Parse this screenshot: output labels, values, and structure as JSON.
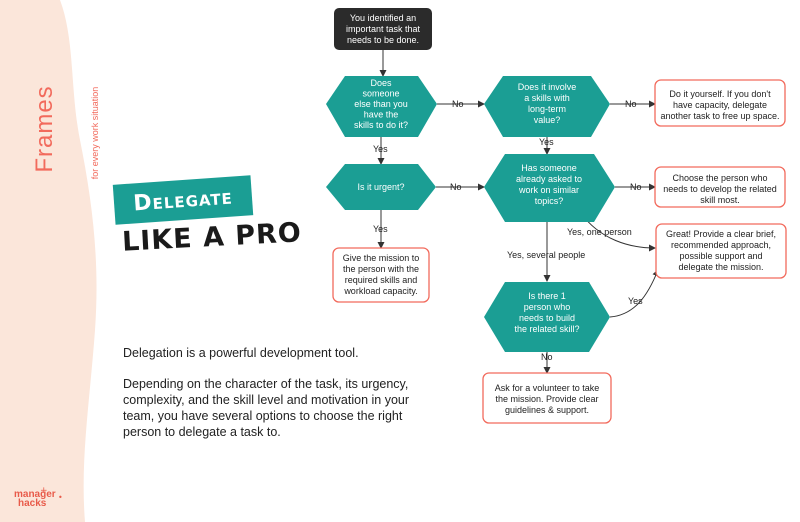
{
  "brand": {
    "title": "Frames",
    "subtitle": "for every work situation",
    "logo_line1": "manager",
    "logo_line2": "hacks"
  },
  "headline": {
    "word": "Delegate",
    "tagline": "LIKE A PRO"
  },
  "intro": {
    "p1": "Delegation is a powerful development tool.",
    "p2": "Depending on the character of the task, its urgency, complexity, and the skill level and motivation in your team, you have several options to choose the right person to delegate a task to."
  },
  "flow": {
    "start": [
      "You identified an",
      "important task that",
      "needs to be done."
    ],
    "q_else_skills": [
      "Does",
      "someone",
      "else than you",
      "have the",
      "skills to do it?"
    ],
    "q_longterm": [
      "Does it involve",
      "a skills with",
      "long-term",
      "value?"
    ],
    "r_do_yourself": [
      "Do it yourself. If you don't",
      "have capacity, delegate",
      "another task to free up space."
    ],
    "q_urgent": [
      "Is it urgent?"
    ],
    "q_asked": [
      "Has someone",
      "already asked to",
      "work on similar",
      "topics?"
    ],
    "r_choose": [
      "Choose the person who",
      "needs to develop the related",
      "skill most."
    ],
    "r_give": [
      "Give the mission to",
      "the person with the",
      "required skills and",
      "workload capacity."
    ],
    "r_great": [
      "Great! Provide a clear brief,",
      "recommended approach,",
      "possible support and",
      "delegate the mission."
    ],
    "q_one_person": [
      "Is there 1",
      "person who",
      "needs to build",
      "the related skill?"
    ],
    "r_volunteer": [
      "Ask for a volunteer to take",
      "the mission. Provide clear",
      "guidelines & support."
    ],
    "labels": {
      "no1": "No",
      "no2": "No",
      "yes1": "Yes",
      "yes2": "Yes",
      "no3": "No",
      "no4": "No",
      "yes3": "Yes",
      "yes_one": "Yes, one person",
      "yes_several": "Yes, several people",
      "yes4": "Yes",
      "no5": "No"
    }
  },
  "colors": {
    "teal": "#1b9e94",
    "dark": "#2b2b2b",
    "coral": "#f26a5c",
    "peach": "#fbe6da"
  }
}
